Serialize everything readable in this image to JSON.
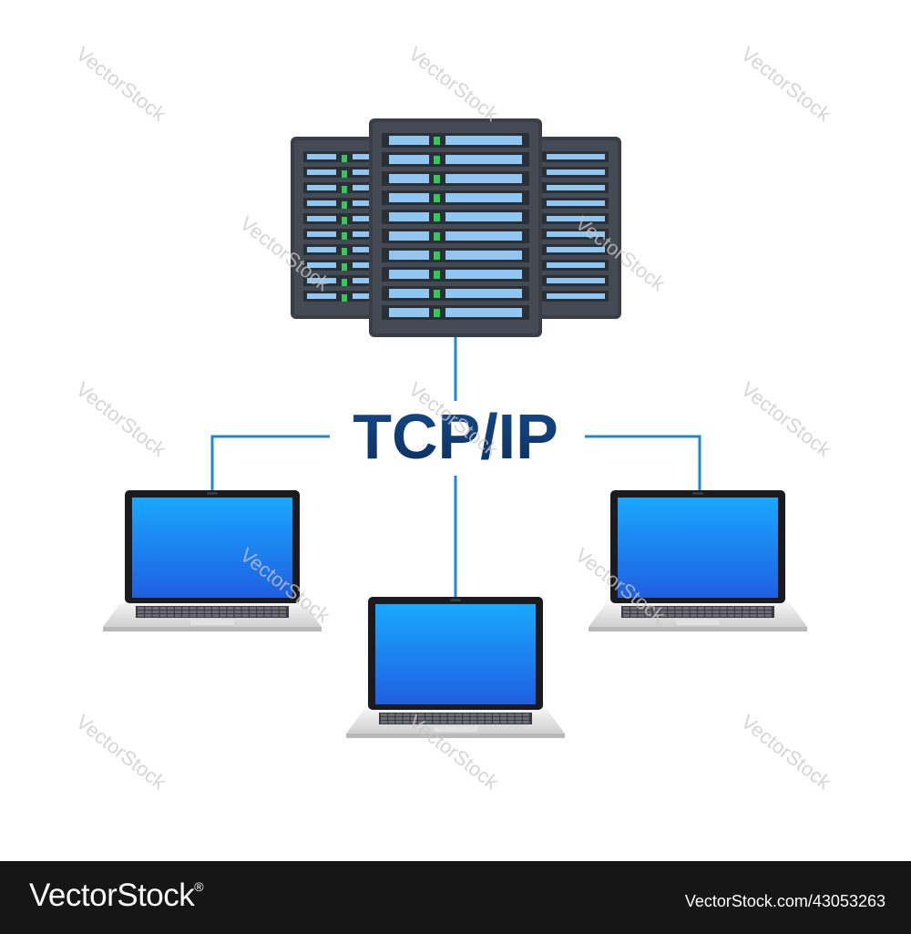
{
  "diagram": {
    "protocol_label": "TCP/IP",
    "label_color": "#0d3a73",
    "connector_color": "#1e88d8"
  },
  "watermark": {
    "text": "VectorStock",
    "suffix": "®"
  },
  "footer": {
    "brand": "VectorStock",
    "brand_suffix": "®",
    "image_id": "VectorStock.com/43053263"
  }
}
